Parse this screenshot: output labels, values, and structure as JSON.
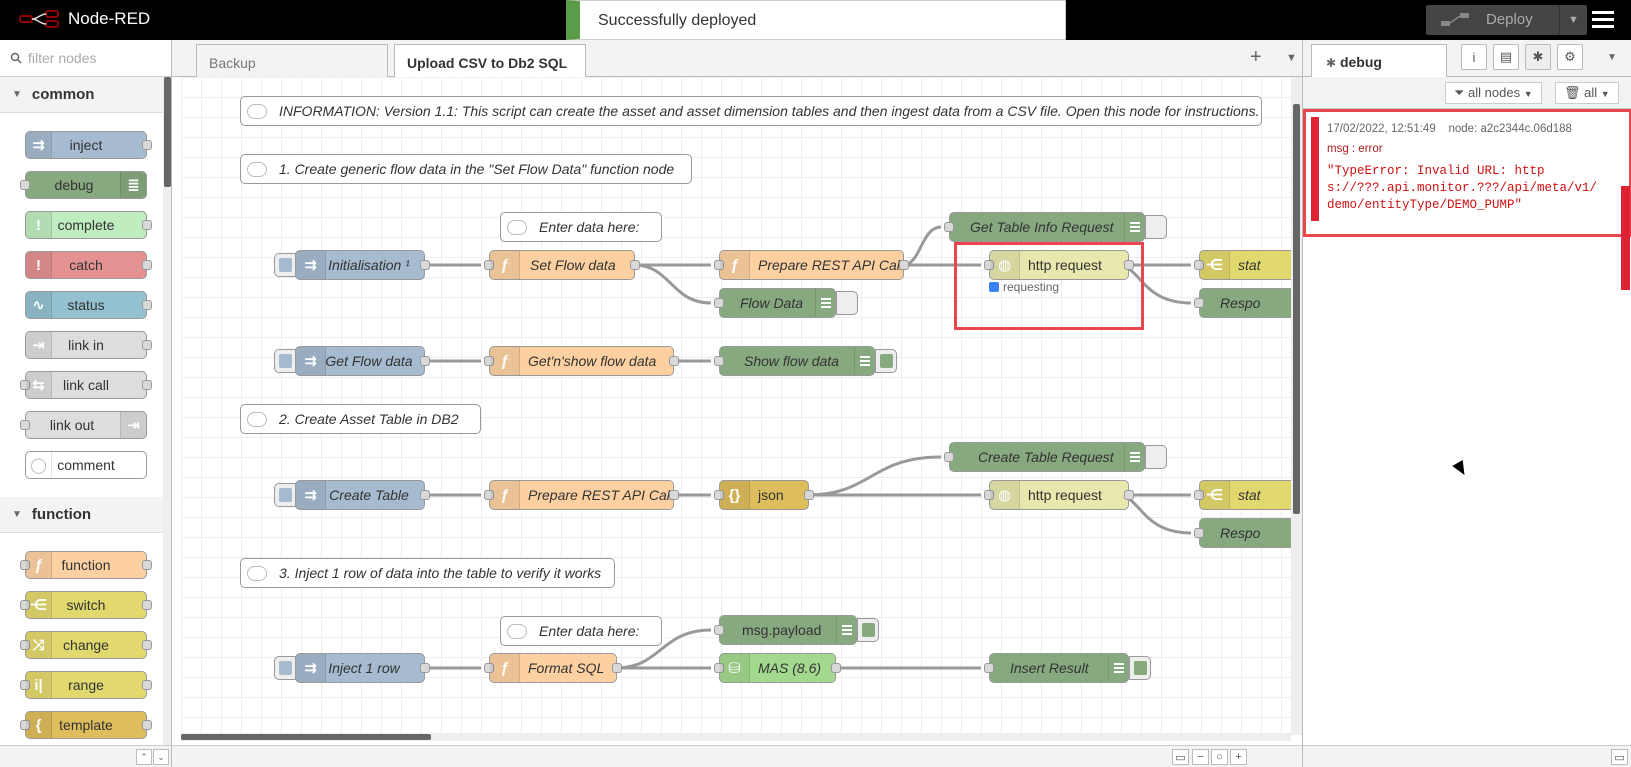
{
  "header": {
    "app_name": "Node-RED",
    "deploy_label": "Deploy",
    "toast": "Successfully deployed"
  },
  "palette": {
    "filter_placeholder": "filter nodes",
    "categories": [
      {
        "name": "common",
        "nodes": [
          "inject",
          "debug",
          "complete",
          "catch",
          "status",
          "link in",
          "link call",
          "link out",
          "comment"
        ]
      },
      {
        "name": "function",
        "nodes": [
          "function",
          "switch",
          "change",
          "range",
          "template"
        ]
      }
    ]
  },
  "workspace": {
    "tabs": [
      "Backup",
      "Upload CSV to Db2 SQL"
    ],
    "active_tab": "Upload CSV to Db2 SQL",
    "comments": [
      "INFORMATION: Version 1.1: This script can create the asset and asset dimension tables and then ingest data from a CSV file. Open this node for instructions.",
      "1. Create generic flow data in the \"Set Flow Data\" function node",
      "Enter data here:",
      "2. Create Asset Table in DB2",
      "3. Inject 1 row of data into the table to verify it works",
      "Enter data here:"
    ],
    "nodes": {
      "initialisation": "Initialisation ¹",
      "set_flow_data": "Set Flow data",
      "prepare_rest_1": "Prepare REST API Call",
      "get_table_info": "Get Table Info Request",
      "http_request_1": "http request",
      "http_status_1": "requesting",
      "flow_data": "Flow Data",
      "stat_1": "stat",
      "respo_1": "Respo",
      "get_flow_data": "Get Flow data",
      "get_n_show": "Get'n'show flow data",
      "show_flow_data": "Show flow data",
      "create_table": "Create Table",
      "prepare_rest_2": "Prepare REST API Call",
      "json": "json",
      "create_table_request": "Create Table Request",
      "http_request_2": "http request",
      "stat_2": "stat",
      "respo_2": "Respo",
      "inject_1_row": "Inject 1 row",
      "format_sql": "Format SQL",
      "msg_payload": "msg.payload",
      "mas": "MAS (8.6)",
      "insert_result": "Insert Result"
    }
  },
  "sidebar": {
    "tab_label": "debug",
    "filter_nodes_label": "all nodes",
    "clear_label": "all",
    "message": {
      "timestamp": "17/02/2022, 12:51:49",
      "node": "node: a2c2344c.06d188",
      "topic": "msg : error",
      "payload": "\"TypeError: Invalid URL: https://???.api.monitor.???/api/meta/v1/demo/entityType/DEMO_PUMP\""
    }
  },
  "colors": {
    "inject": "#a6bbcf",
    "debug": "#87a980",
    "complete": "#c0edc0",
    "catch": "#e49191",
    "status": "#94c1d0",
    "link": "#dddddd",
    "function": "#fdd0a2",
    "switch": "#e2d96e",
    "http": "#e7e7ae",
    "json": "#debd5c",
    "highlight": "#e8474e"
  }
}
